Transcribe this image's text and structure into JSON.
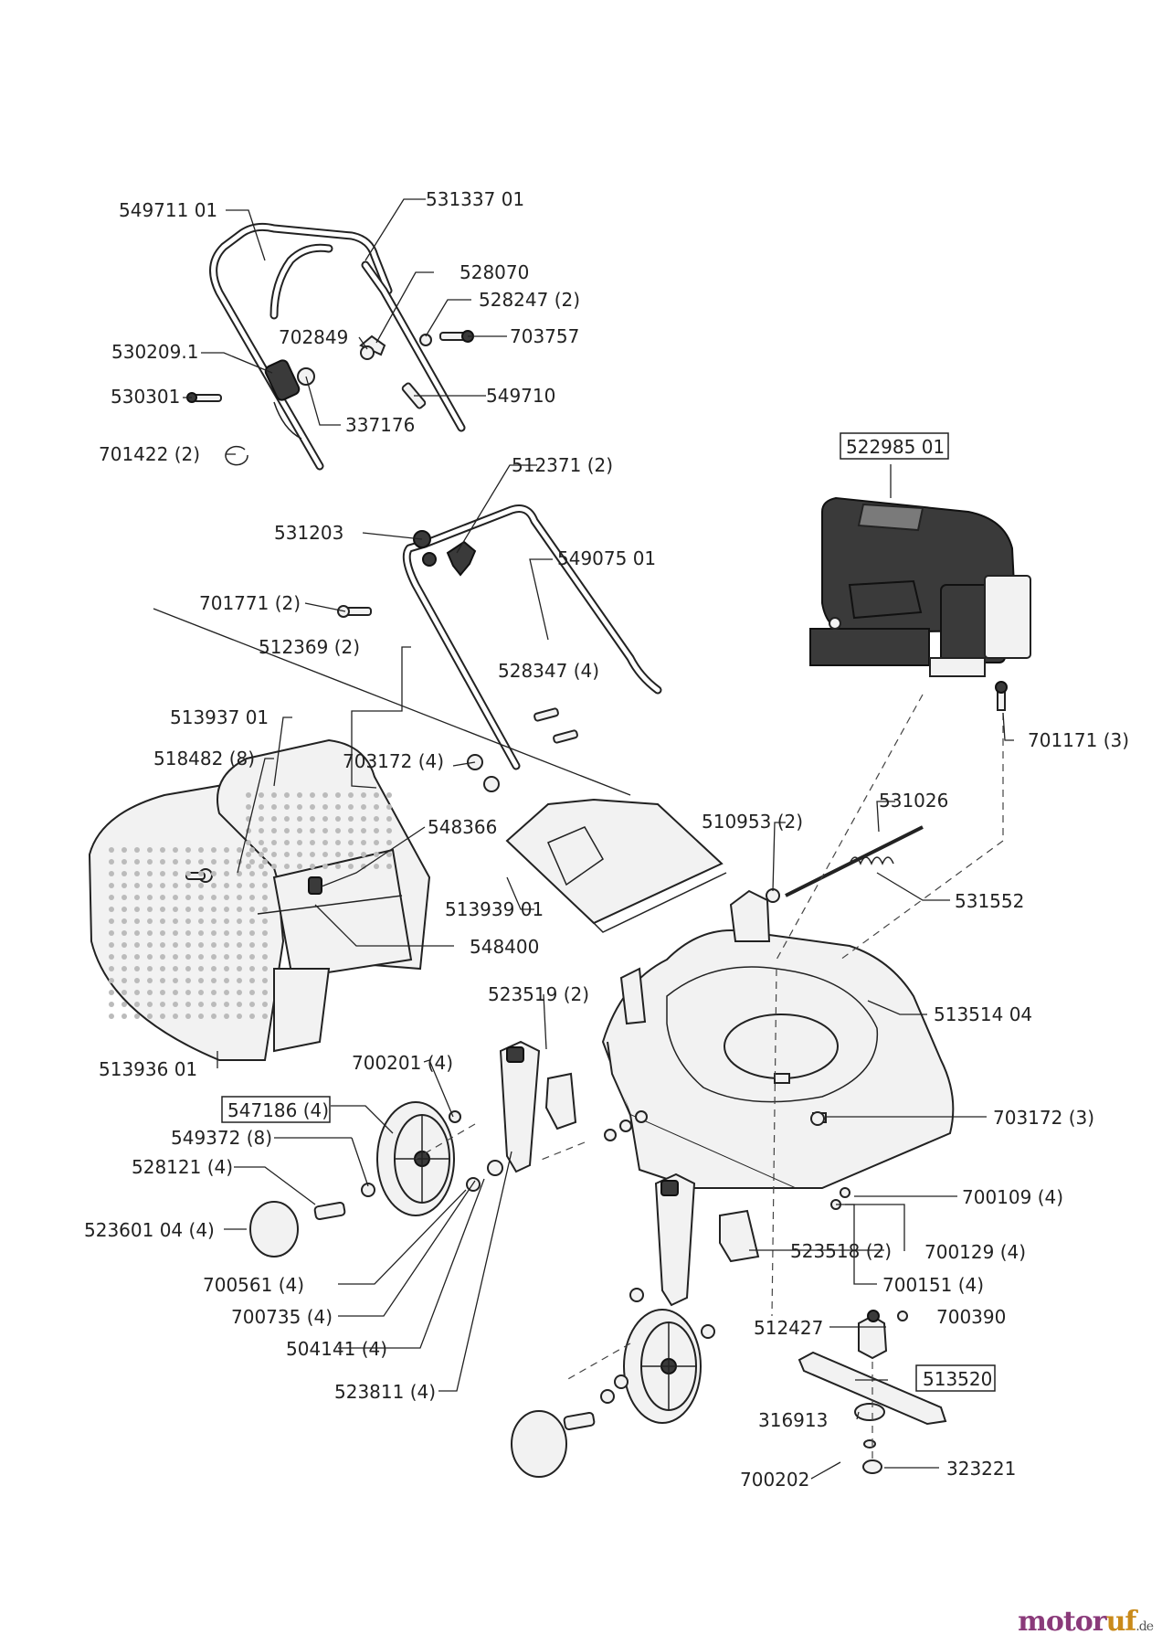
{
  "labels": [
    {
      "key": "l01",
      "text": "549711 01"
    },
    {
      "key": "l02",
      "text": "531337 01"
    },
    {
      "key": "l03",
      "text": "528070"
    },
    {
      "key": "l04",
      "text": "528247 (2)"
    },
    {
      "key": "l05",
      "text": "702849"
    },
    {
      "key": "l06",
      "text": "703757"
    },
    {
      "key": "l07",
      "text": "530209.1"
    },
    {
      "key": "l08",
      "text": "530301"
    },
    {
      "key": "l09",
      "text": "549710"
    },
    {
      "key": "l10",
      "text": "337176"
    },
    {
      "key": "l11",
      "text": "701422 (2)"
    },
    {
      "key": "l12",
      "text": "522985 01",
      "boxed": true
    },
    {
      "key": "l13",
      "text": "512371 (2)"
    },
    {
      "key": "l14",
      "text": "531203"
    },
    {
      "key": "l15",
      "text": "549075 01"
    },
    {
      "key": "l16",
      "text": "701771 (2)"
    },
    {
      "key": "l17",
      "text": "512369 (2)"
    },
    {
      "key": "l18",
      "text": "528347 (4)"
    },
    {
      "key": "l19",
      "text": "701171 (3)"
    },
    {
      "key": "l20",
      "text": "513937 01"
    },
    {
      "key": "l21",
      "text": "518482 (8)"
    },
    {
      "key": "l22",
      "text": "703172 (4)"
    },
    {
      "key": "l23",
      "text": "548366"
    },
    {
      "key": "l24",
      "text": "531026"
    },
    {
      "key": "l25",
      "text": "510953 (2)"
    },
    {
      "key": "l26",
      "text": "513939 01"
    },
    {
      "key": "l27",
      "text": "531552"
    },
    {
      "key": "l28",
      "text": "548400"
    },
    {
      "key": "l29",
      "text": "523519 (2)"
    },
    {
      "key": "l30",
      "text": "513514 04"
    },
    {
      "key": "l31",
      "text": "513936 01"
    },
    {
      "key": "l32",
      "text": "700201 (4)"
    },
    {
      "key": "l33",
      "text": "547186 (4)",
      "boxed": true
    },
    {
      "key": "l34",
      "text": "703172 (3)"
    },
    {
      "key": "l35",
      "text": "549372 (8)"
    },
    {
      "key": "l36",
      "text": "528121 (4)"
    },
    {
      "key": "l37",
      "text": "700109 (4)"
    },
    {
      "key": "l38",
      "text": "523601 04 (4)"
    },
    {
      "key": "l39",
      "text": "523518 (2)"
    },
    {
      "key": "l40",
      "text": "700129 (4)"
    },
    {
      "key": "l41",
      "text": "700561 (4)"
    },
    {
      "key": "l42",
      "text": "700151 (4)"
    },
    {
      "key": "l43",
      "text": "700735 (4)"
    },
    {
      "key": "l44",
      "text": "512427"
    },
    {
      "key": "l45",
      "text": "700390"
    },
    {
      "key": "l46",
      "text": "504141 (4)"
    },
    {
      "key": "l47",
      "text": "513520",
      "boxed": true
    },
    {
      "key": "l48",
      "text": "523811 (4)"
    },
    {
      "key": "l49",
      "text": "316913"
    },
    {
      "key": "l50",
      "text": "700202"
    },
    {
      "key": "l51",
      "text": "323221"
    }
  ],
  "watermark": {
    "brand_m": "motor",
    "brand_o": "uf",
    "tld": ".de"
  }
}
